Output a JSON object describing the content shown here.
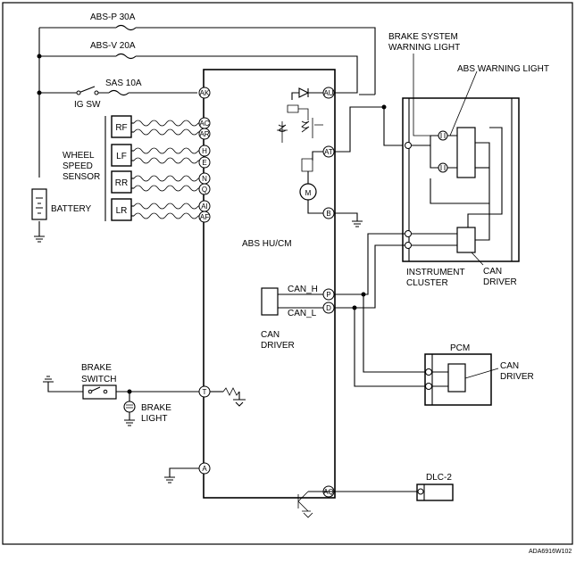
{
  "fuses": {
    "abs_p": "ABS-P 30A",
    "abs_v": "ABS-V 20A",
    "sas": "SAS 10A"
  },
  "ig_sw": "IG SW",
  "battery": "BATTERY",
  "wheel_speed_sensor": [
    "WHEEL",
    "SPEED",
    "SENSOR"
  ],
  "sensors": [
    "RF",
    "LF",
    "RR",
    "LR"
  ],
  "module": {
    "title": "ABS  HU/CM",
    "terminals": {
      "AK": "AK",
      "AU": "AU",
      "AC": "AC",
      "AR": "AR",
      "H": "H",
      "E": "E",
      "N": "N",
      "Q": "Q",
      "AI": "AI",
      "AF": "AF",
      "AT": "AT",
      "B": "B",
      "P": "P",
      "D": "D",
      "T": "T",
      "A": "A",
      "AQ": "AQ"
    }
  },
  "can": {
    "h": "CAN_H",
    "l": "CAN_L",
    "driver": [
      "CAN",
      "DRIVER"
    ]
  },
  "instrument_cluster": {
    "brake_warning": [
      "BRAKE SYSTEM",
      "WARNING LIGHT"
    ],
    "abs_warning": "ABS WARNING LIGHT",
    "label": [
      "INSTRUMENT",
      "CLUSTER"
    ],
    "can_driver": [
      "CAN",
      "DRIVER"
    ]
  },
  "pcm": {
    "label": "PCM",
    "can_driver": [
      "CAN",
      "DRIVER"
    ]
  },
  "brake_switch": [
    "BRAKE",
    "SWITCH"
  ],
  "brake_light": [
    "BRAKE",
    "LIGHT"
  ],
  "dlc": "DLC-2",
  "figure_code": "ADA6916W102"
}
